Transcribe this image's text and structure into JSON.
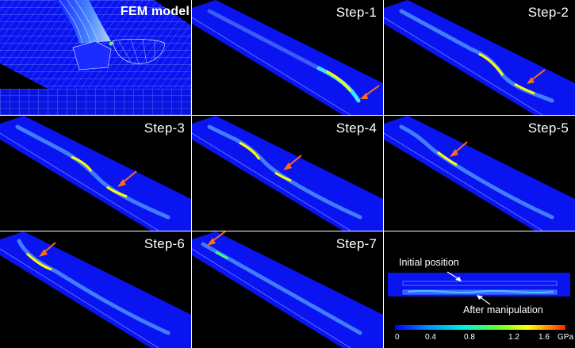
{
  "figure": {
    "panels": [
      {
        "id": "fem",
        "label": "FEM model"
      },
      {
        "id": "s1",
        "label": "Step-1"
      },
      {
        "id": "s2",
        "label": "Step-2"
      },
      {
        "id": "s3",
        "label": "Step-3"
      },
      {
        "id": "s4",
        "label": "Step-4"
      },
      {
        "id": "s5",
        "label": "Step-5"
      },
      {
        "id": "s6",
        "label": "Step-6"
      },
      {
        "id": "s7",
        "label": "Step-7"
      }
    ],
    "summary": {
      "initial_label": "Initial position",
      "after_label": "After manipulation"
    },
    "colorbar": {
      "ticks": [
        "0",
        "0.4",
        "0.8",
        "1.2",
        "1.6"
      ],
      "unit": "GPa",
      "colors": [
        "#0000ff",
        "#00a0ff",
        "#00ffe0",
        "#60ff40",
        "#ffff00",
        "#ff8000",
        "#ff2000"
      ]
    },
    "colors": {
      "background": "#000000",
      "substrate": "#0a14f0",
      "arrow": "#ff6a1a",
      "divider": "#ffffff"
    }
  }
}
